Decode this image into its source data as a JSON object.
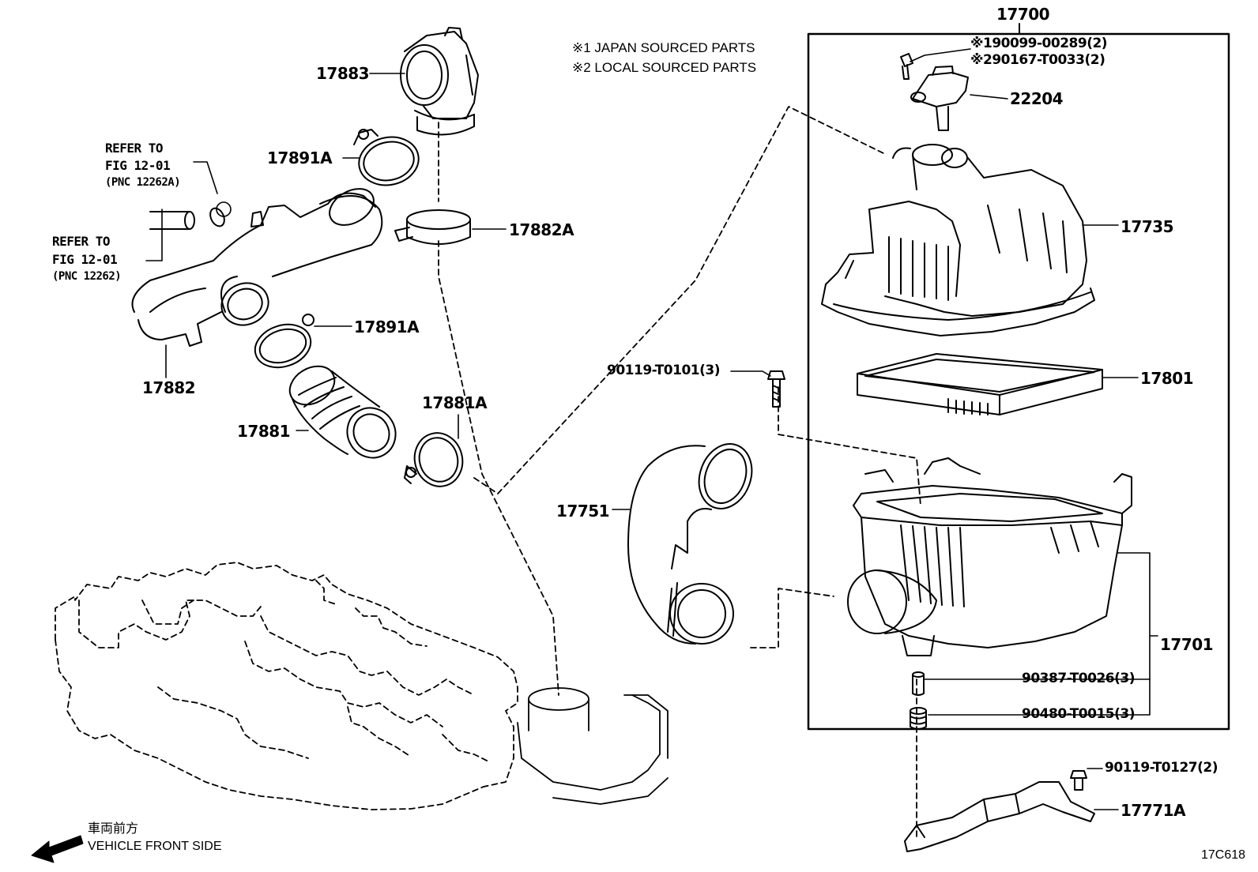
{
  "notes": {
    "note1": "※1 JAPAN SOURCED PARTS",
    "note2": "※2 LOCAL SOURCED PARTS"
  },
  "callouts": {
    "assembly": "17700",
    "screw_jp": "※190099-00289(2)",
    "screw_local": "※290167-T0033(2)",
    "sensor": "22204",
    "cap_sub_assy": "17735",
    "element": "17801",
    "case": "17701",
    "grommet_a": "90387-T0026(3)",
    "grommet_b": "90480-T0015(3)",
    "bolt_bracket": "90119-T0127(2)",
    "bracket": "17771A",
    "bolt_inlet": "90119-T0101(3)",
    "inlet": "17751",
    "throttle_adapter": "17883",
    "clamp_upper": "17891A",
    "clamp_band": "17882A",
    "intake_pipe": "17882",
    "clamp_mid": "17891A",
    "hose": "17881",
    "clamp_lower": "17881A"
  },
  "refs": {
    "ref1_line1": "REFER TO",
    "ref1_line2": "FIG 12-01",
    "ref1_line3": "(PNC 12262A)",
    "ref2_line1": "REFER TO",
    "ref2_line2": "FIG 12-01",
    "ref2_line3": "(PNC 12262)"
  },
  "footer": {
    "direction_jp": "車両前方",
    "direction_en": "VEHICLE FRONT SIDE",
    "figure_code": "17C618"
  }
}
